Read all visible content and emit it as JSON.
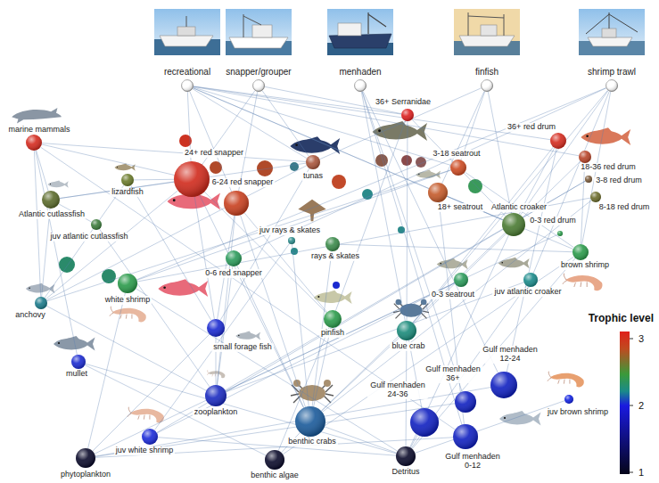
{
  "diagram": {
    "nodes": [
      {
        "text": [
          "recreational"
        ]
      },
      {
        "text": [
          "snapper/grouper"
        ]
      },
      {
        "text": [
          "menhaden"
        ]
      },
      {
        "text": [
          "finfish"
        ]
      },
      {
        "text": [
          "shrimp trawl"
        ]
      },
      {
        "text": [
          "marine mammals"
        ]
      },
      {
        "text": [
          "24+ red snapper"
        ]
      },
      {
        "text": [
          "6-24 red snapper"
        ]
      },
      {
        "text": [
          "tunas"
        ]
      },
      {
        "text": [
          "36+ Serranidae"
        ]
      },
      {
        "text": [
          "3-18 seatrout"
        ]
      },
      {
        "text": [
          "18+ seatrout"
        ]
      },
      {
        "text": [
          "36+ red drum"
        ]
      },
      {
        "text": [
          "18-36 red drum"
        ]
      },
      {
        "text": [
          "3-8 red drum"
        ]
      },
      {
        "text": [
          "8-18 red drum"
        ]
      },
      {
        "text": [
          "lizardfish"
        ]
      },
      {
        "text": [
          "Atlantic cutlassfish"
        ]
      },
      {
        "text": [
          "juv atlantic cutlassfish"
        ]
      },
      {
        "text": [
          "juv rays & skates"
        ]
      },
      {
        "text": [
          "rays & skates"
        ]
      },
      {
        "text": [
          "0-3 red drum"
        ]
      },
      {
        "text": [
          "Atlantic croaker"
        ]
      },
      {
        "text": [
          "brown shrimp"
        ]
      },
      {
        "text": [
          "0-6 red snapper"
        ]
      },
      {
        "text": [
          "0-3 seatrout"
        ]
      },
      {
        "text": [
          "juv atlantic croaker"
        ]
      },
      {
        "text": [
          "anchovy"
        ]
      },
      {
        "text": [
          "white shrimp"
        ]
      },
      {
        "text": [
          "pinfish"
        ]
      },
      {
        "text": [
          "blue crab"
        ]
      },
      {
        "text": [
          "small forage fish"
        ]
      },
      {
        "text": [
          "mullet"
        ]
      },
      {
        "text": [
          "zooplankton"
        ]
      },
      {
        "text": [
          "juv white shrimp"
        ]
      },
      {
        "text": [
          "benthic crabs"
        ]
      },
      {
        "text": [
          "Gulf menhaden 12-24"
        ]
      },
      {
        "text": [
          "juv brown shrimp"
        ]
      },
      {
        "text": [
          "Gulf menhaden 36+"
        ]
      },
      {
        "text": [
          "Gulf menhaden 24-36"
        ]
      },
      {
        "text": [
          "Gulf menhaden 0-12"
        ]
      },
      {
        "text": [
          "phytoplankton"
        ]
      },
      {
        "text": [
          "benthic algae"
        ]
      },
      {
        "text": [
          "Detritus"
        ]
      }
    ],
    "edges": [
      {
        "from": 0,
        "to": 6,
        "arrow": "none"
      },
      {
        "from": 0,
        "to": 7,
        "arrow": "none"
      },
      {
        "from": 0,
        "to": 8,
        "arrow": "none"
      },
      {
        "from": 0,
        "to": 9,
        "arrow": "none"
      },
      {
        "from": 0,
        "to": 10,
        "arrow": "none"
      },
      {
        "from": 0,
        "to": 11,
        "arrow": "none"
      },
      {
        "from": 0,
        "to": 12,
        "arrow": "none"
      },
      {
        "from": 0,
        "to": 13,
        "arrow": "none"
      },
      {
        "from": 0,
        "to": 22,
        "arrow": "none"
      },
      {
        "from": 1,
        "to": 6,
        "arrow": "none"
      },
      {
        "from": 1,
        "to": 7,
        "arrow": "none"
      },
      {
        "from": 1,
        "to": 8,
        "arrow": "none"
      },
      {
        "from": 1,
        "to": 9,
        "arrow": "none"
      },
      {
        "from": 2,
        "to": 36,
        "arrow": "none"
      },
      {
        "from": 2,
        "to": 38,
        "arrow": "none"
      },
      {
        "from": 2,
        "to": 39,
        "arrow": "none"
      },
      {
        "from": 2,
        "to": 40,
        "arrow": "none"
      },
      {
        "from": 3,
        "to": 8,
        "arrow": "none"
      },
      {
        "from": 3,
        "to": 10,
        "arrow": "none"
      },
      {
        "from": 3,
        "to": 11,
        "arrow": "none"
      },
      {
        "from": 3,
        "to": 22,
        "arrow": "none"
      },
      {
        "from": 4,
        "to": 23,
        "arrow": "none"
      },
      {
        "from": 4,
        "to": 28,
        "arrow": "none"
      },
      {
        "from": 4,
        "to": 22,
        "arrow": "none"
      },
      {
        "from": 4,
        "to": 24,
        "arrow": "none"
      },
      {
        "from": 4,
        "to": 26,
        "arrow": "none"
      },
      {
        "from": 4,
        "to": 30,
        "arrow": "none"
      },
      {
        "from": 5,
        "to": 6,
        "arrow": "none"
      },
      {
        "from": 5,
        "to": 8,
        "arrow": "none"
      },
      {
        "from": 5,
        "to": 17,
        "arrow": "none"
      },
      {
        "from": 5,
        "to": 27,
        "arrow": "none"
      },
      {
        "from": 5,
        "to": 32,
        "arrow": "none"
      },
      {
        "from": 5,
        "to": 40,
        "arrow": "none"
      },
      {
        "from": 6,
        "to": 16,
        "arrow": "none"
      },
      {
        "from": 6,
        "to": 17,
        "arrow": "none"
      },
      {
        "from": 6,
        "to": 27,
        "arrow": "none"
      },
      {
        "from": 6,
        "to": 29,
        "arrow": "none"
      },
      {
        "from": 6,
        "to": 31,
        "arrow": "none"
      },
      {
        "from": 6,
        "to": 35,
        "arrow": "none"
      },
      {
        "from": 7,
        "to": 29,
        "arrow": "none"
      },
      {
        "from": 7,
        "to": 31,
        "arrow": "none"
      },
      {
        "from": 7,
        "to": 33,
        "arrow": "none"
      },
      {
        "from": 7,
        "to": 35,
        "arrow": "none"
      },
      {
        "from": 8,
        "to": 17,
        "arrow": "none"
      },
      {
        "from": 8,
        "to": 27,
        "arrow": "none"
      },
      {
        "from": 8,
        "to": 31,
        "arrow": "none"
      },
      {
        "from": 9,
        "to": 22,
        "arrow": "none"
      },
      {
        "from": 9,
        "to": 29,
        "arrow": "none"
      },
      {
        "from": 9,
        "to": 30,
        "arrow": "none"
      },
      {
        "from": 10,
        "to": 23,
        "arrow": "none"
      },
      {
        "from": 10,
        "to": 27,
        "arrow": "none"
      },
      {
        "from": 10,
        "to": 28,
        "arrow": "none"
      },
      {
        "from": 11,
        "to": 22,
        "arrow": "none"
      },
      {
        "from": 11,
        "to": 23,
        "arrow": "none"
      },
      {
        "from": 11,
        "to": 40,
        "arrow": "none"
      },
      {
        "from": 12,
        "to": 22,
        "arrow": "none"
      },
      {
        "from": 12,
        "to": 30,
        "arrow": "none"
      },
      {
        "from": 12,
        "to": 36,
        "arrow": "none"
      },
      {
        "from": 13,
        "to": 23,
        "arrow": "none"
      },
      {
        "from": 13,
        "to": 30,
        "arrow": "none"
      },
      {
        "from": 14,
        "to": 33,
        "arrow": "none"
      },
      {
        "from": 14,
        "to": 34,
        "arrow": "none"
      },
      {
        "from": 15,
        "to": 28,
        "arrow": "none"
      },
      {
        "from": 15,
        "to": 35,
        "arrow": "none"
      },
      {
        "from": 16,
        "to": 27,
        "arrow": "none"
      },
      {
        "from": 16,
        "to": 31,
        "arrow": "none"
      },
      {
        "from": 17,
        "to": 18,
        "arrow": "none"
      },
      {
        "from": 17,
        "to": 27,
        "arrow": "none"
      },
      {
        "from": 18,
        "to": 33,
        "arrow": "none"
      },
      {
        "from": 19,
        "to": 35,
        "arrow": "none"
      },
      {
        "from": 19,
        "to": 34,
        "arrow": "none"
      },
      {
        "from": 20,
        "to": 23,
        "arrow": "none"
      },
      {
        "from": 20,
        "to": 35,
        "arrow": "none"
      },
      {
        "from": 21,
        "to": 33,
        "arrow": "none"
      },
      {
        "from": 22,
        "to": 35,
        "arrow": "none"
      },
      {
        "from": 22,
        "to": 43,
        "arrow": "none"
      },
      {
        "from": 23,
        "to": 42,
        "arrow": "none"
      },
      {
        "from": 23,
        "to": 43,
        "arrow": "none"
      },
      {
        "from": 24,
        "to": 33,
        "arrow": "none"
      },
      {
        "from": 24,
        "to": 35,
        "arrow": "none"
      },
      {
        "from": 25,
        "to": 33,
        "arrow": "none"
      },
      {
        "from": 25,
        "to": 34,
        "arrow": "none"
      },
      {
        "from": 26,
        "to": 33,
        "arrow": "none"
      },
      {
        "from": 26,
        "to": 43,
        "arrow": "none"
      },
      {
        "from": 27,
        "to": 33,
        "arrow": "none"
      },
      {
        "from": 28,
        "to": 41,
        "arrow": "none"
      },
      {
        "from": 28,
        "to": 43,
        "arrow": "none"
      },
      {
        "from": 29,
        "to": 35,
        "arrow": "none"
      },
      {
        "from": 29,
        "to": 42,
        "arrow": "none"
      },
      {
        "from": 30,
        "to": 35,
        "arrow": "none"
      },
      {
        "from": 30,
        "to": 43,
        "arrow": "none"
      },
      {
        "from": 31,
        "to": 33,
        "arrow": "none"
      },
      {
        "from": 31,
        "to": 41,
        "arrow": "none"
      },
      {
        "from": 32,
        "to": 42,
        "arrow": "none"
      },
      {
        "from": 32,
        "to": 43,
        "arrow": "none"
      },
      {
        "from": 33,
        "to": 41,
        "arrow": "none"
      },
      {
        "from": 34,
        "to": 43,
        "arrow": "none"
      },
      {
        "from": 35,
        "to": 42,
        "arrow": "none"
      },
      {
        "from": 35,
        "to": 43,
        "arrow": "none"
      },
      {
        "from": 36,
        "to": 41,
        "arrow": "none"
      },
      {
        "from": 37,
        "to": 43,
        "arrow": "none"
      },
      {
        "from": 38,
        "to": 41,
        "arrow": "none"
      },
      {
        "from": 39,
        "to": 43,
        "arrow": "none"
      },
      {
        "from": 40,
        "to": 41,
        "arrow": "none"
      }
    ],
    "labels": [
      "Trophic level",
      "3",
      "2",
      "1"
    ]
  }
}
